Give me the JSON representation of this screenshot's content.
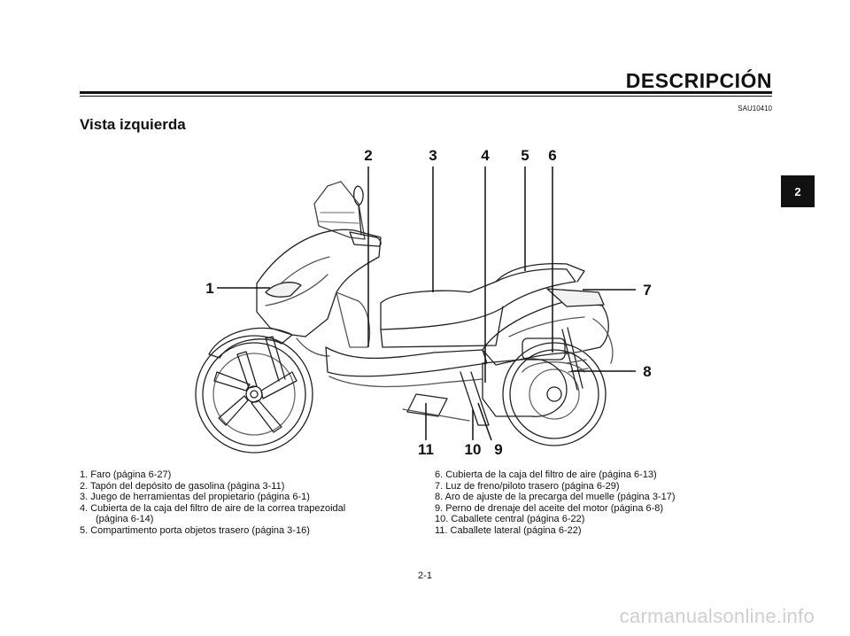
{
  "header": {
    "section_title": "DESCRIPCIÓN",
    "code": "SAU10410",
    "subtitle": "Vista izquierda",
    "chapter_tab": "2"
  },
  "callouts": [
    "1",
    "2",
    "3",
    "4",
    "5",
    "6",
    "7",
    "8",
    "9",
    "10",
    "11"
  ],
  "legend_left": [
    "1. Faro (página 6-27)",
    "2. Tapón del depósito de gasolina (página 3-11)",
    "3. Juego de herramientas del propietario (página 6-1)",
    "4. Cubierta de la caja del filtro de aire de la correa trapezoidal",
    "(página 6-14)",
    "5. Compartimento porta objetos trasero (página 3-16)"
  ],
  "legend_right": [
    "6. Cubierta de la caja del filtro de aire (página 6-13)",
    "7. Luz de freno/piloto trasero (página 6-29)",
    "8. Aro de ajuste de la precarga del muelle (página 3-17)",
    "9. Perno de drenaje del aceite del motor (página 6-8)",
    "10. Caballete central (página 6-22)",
    "11. Caballete lateral (página 6-22)"
  ],
  "footer": {
    "page_number": "2-1",
    "watermark": "carmanualsonline.info"
  }
}
